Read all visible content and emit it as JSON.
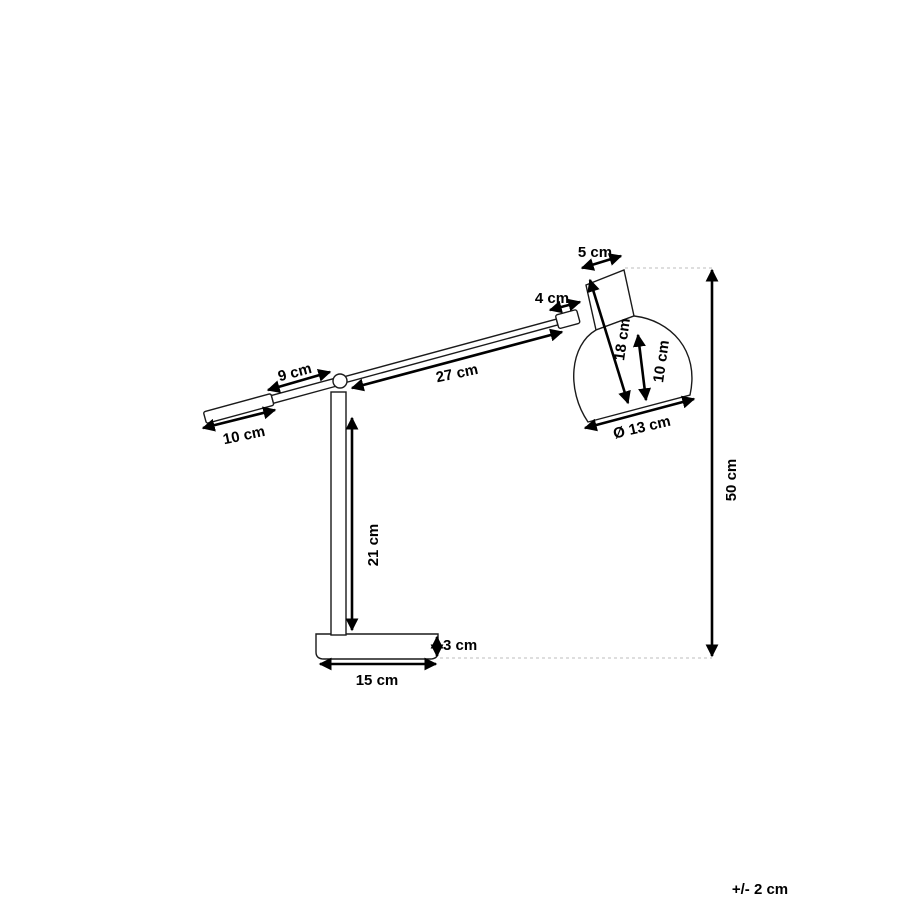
{
  "dimensions": {
    "base_height": "3 cm",
    "base_width": "15 cm",
    "pole_height": "21 cm",
    "counterweight_length": "10 cm",
    "rear_arm": "9 cm",
    "front_arm": "27 cm",
    "joint": "4 cm",
    "shade_top": "5 cm",
    "shade_length": "18 cm",
    "shade_height": "10 cm",
    "shade_diameter": "Ø 13 cm",
    "total_height": "50 cm"
  },
  "tolerance": "+/- 2 cm"
}
